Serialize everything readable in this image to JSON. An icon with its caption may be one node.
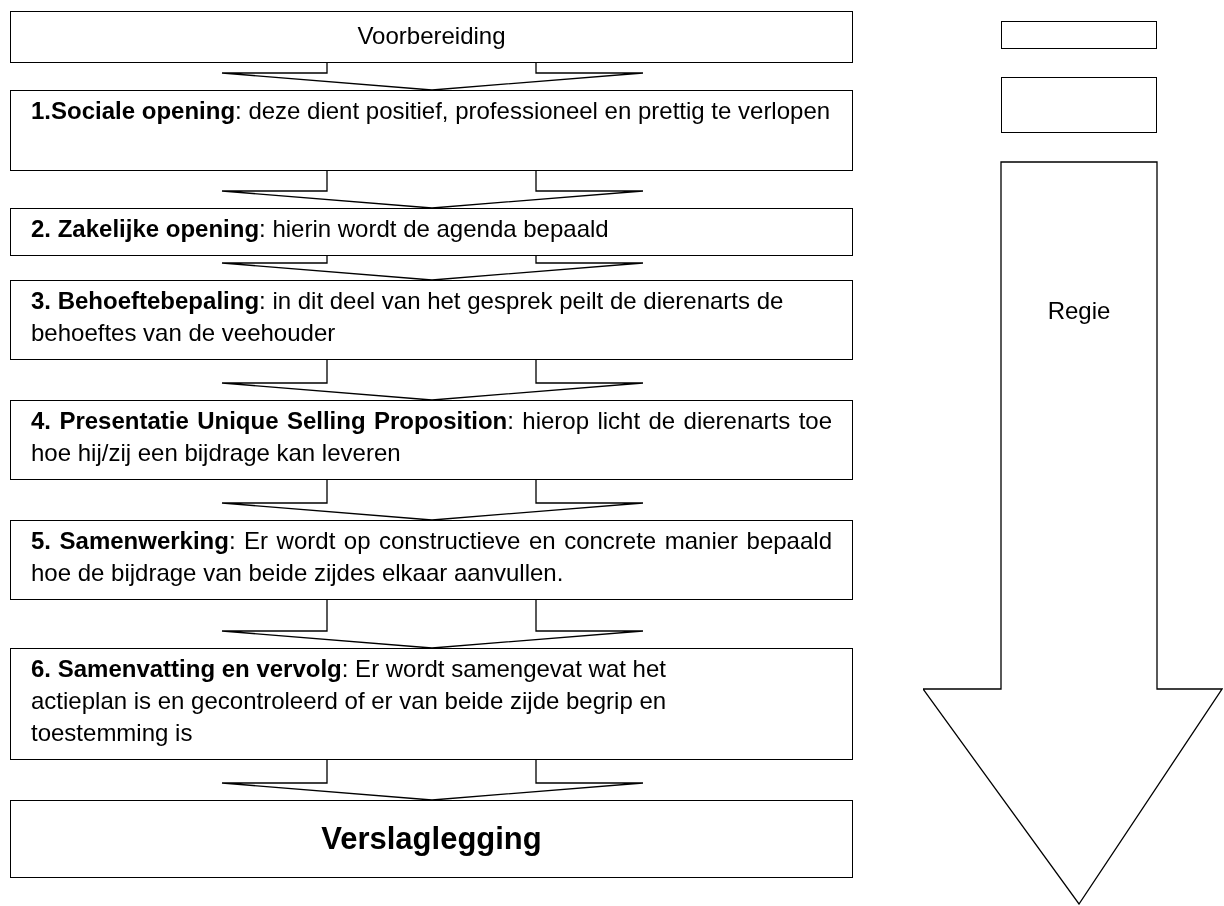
{
  "diagram": {
    "nodes": [
      {
        "text": [
          "Voorbereiding"
        ]
      },
      {
        "text": [
          "**1.Sociale opening**: deze dient positief, professioneel en prettig te verlopen"
        ]
      },
      {
        "text": [
          "**2. Zakelijke opening**: hierin wordt de agenda bepaald"
        ]
      },
      {
        "text": [
          "**3. Behoeftebepaling**: in dit deel van het gesprek peilt de dierenarts de behoeftes van de veehouder"
        ]
      },
      {
        "text": [
          "**4. Presentatie Unique Selling Proposition**: hierop licht de dierenarts toe hoe hij/zij een bijdrage kan leveren"
        ]
      },
      {
        "text": [
          "**5. Samenwerking**: Er wordt op constructieve en concrete manier bepaald hoe de bijdrage van beide zijdes elkaar aanvullen."
        ]
      },
      {
        "text": [
          "**6. Samenvatting en vervolg**: Er wordt samengevat wat het actieplan is en gecontroleerd of er van beide zijde begrip en toestemming is"
        ]
      },
      {
        "text": [
          "Verslaglegging"
        ]
      },
      {
        "text": [],
        "shape": "box"
      },
      {
        "text": [],
        "shape": "box"
      },
      {
        "text": [
          "Regie"
        ]
      }
    ],
    "edges": [
      {
        "from": 0,
        "to": 1,
        "arrow": "to"
      },
      {
        "from": 1,
        "to": 2,
        "arrow": "to"
      },
      {
        "from": 2,
        "to": 3,
        "arrow": "to"
      },
      {
        "from": 3,
        "to": 4,
        "arrow": "to"
      },
      {
        "from": 4,
        "to": 5,
        "arrow": "to"
      },
      {
        "from": 5,
        "to": 6,
        "arrow": "to"
      },
      {
        "from": 6,
        "to": 7,
        "arrow": "to"
      }
    ]
  }
}
